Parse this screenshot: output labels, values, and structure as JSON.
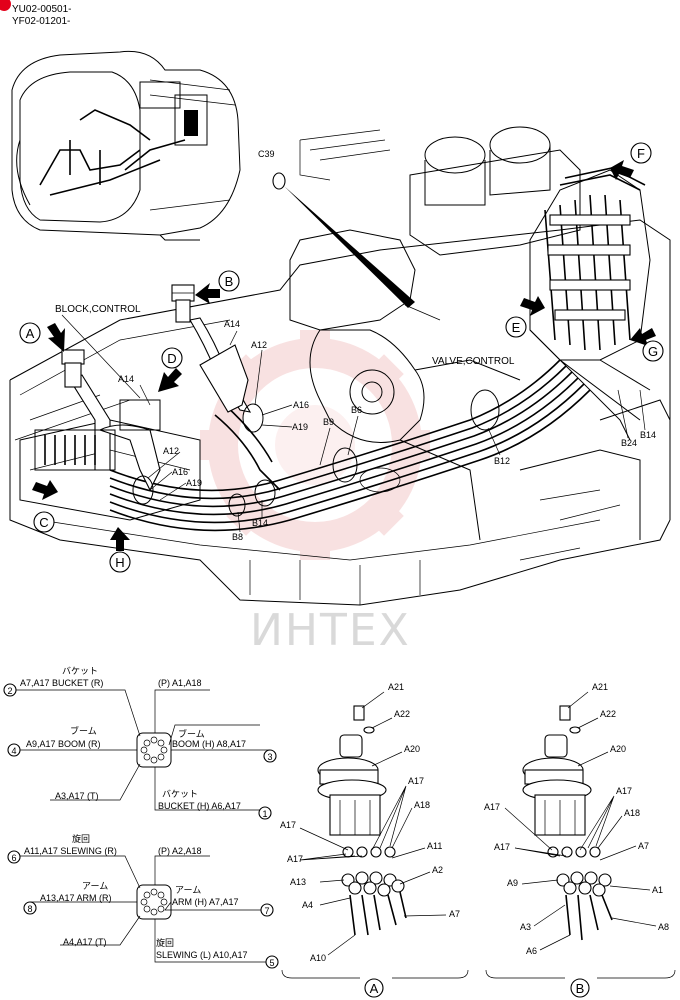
{
  "serial": {
    "line1": "YU02-00501-",
    "line2": "YF02-01201-"
  },
  "watermark": "ИНТЕХ",
  "colors": {
    "watermark_gear": "#f4c9c9",
    "corner_dot": "#e3001b"
  },
  "main": {
    "block_control": "BLOCK,CONTROL",
    "valve_control": "VALVE,CONTROL",
    "callouts": {
      "A": "A",
      "B": "B",
      "C": "C",
      "D": "D",
      "E": "E",
      "F": "F",
      "G": "G",
      "H": "H"
    },
    "parts": {
      "c39": "C39",
      "a14_top": "A14",
      "a12_top": "A12",
      "a14_mid": "A14",
      "a16_top": "A16",
      "a19_top": "A19",
      "b9": "B9",
      "b6": "B6",
      "a12_low": "A12",
      "a16_low": "A16",
      "a19_low": "A19",
      "b14_low": "B14",
      "b8": "B8",
      "b12": "B12",
      "b24": "B24",
      "b14_right": "B14"
    }
  },
  "diagram1": {
    "top_left_jp": "バケット",
    "top_left": "A7,A17 BUCKET (R)",
    "top_left_num": "2",
    "top_right": "(P) A1,A18",
    "left_jp": "ブーム",
    "left": "A9,A17 BOOM (R)",
    "left_num": "4",
    "right_jp": "ブーム",
    "right": "BOOM (H) A8,A17",
    "right_num": "3",
    "bottom_left": "A3,A17 (T)",
    "bottom_right_jp": "バケット",
    "bottom_right": "BUCKET (H) A6,A17",
    "bottom_right_num": "1"
  },
  "diagram2": {
    "top_left_jp": "旋回",
    "top_left": "A11,A17 SLEWING (R)",
    "top_left_num": "6",
    "top_right": "(P) A2,A18",
    "left_jp": "アーム",
    "left": "A13,A17 ARM (R)",
    "left_num": "8",
    "right_jp": "アーム",
    "right": "ARM (H) A7,A17",
    "right_num": "7",
    "bottom_left": "A4,A17 (T)",
    "bottom_right_jp": "旋回",
    "bottom_right": "SLEWING (L) A10,A17",
    "bottom_right_num": "5"
  },
  "detailA": {
    "label": "A",
    "parts": {
      "a21": "A21",
      "a22": "A22",
      "a20": "A20",
      "a17_r": "A17",
      "a18": "A18",
      "a17_l": "A17",
      "a17_l2": "A17",
      "a11": "A11",
      "a13": "A13",
      "a2": "A2",
      "a4": "A4",
      "a7": "A7",
      "a10": "A10"
    }
  },
  "detailB": {
    "label": "B",
    "parts": {
      "a21": "A21",
      "a22": "A22",
      "a20": "A20",
      "a17_r": "A17",
      "a17_l": "A17",
      "a18": "A18",
      "a17_l2": "A17",
      "a7": "A7",
      "a9": "A9",
      "a1": "A1",
      "a3": "A3",
      "a8": "A8",
      "a6": "A6"
    }
  }
}
